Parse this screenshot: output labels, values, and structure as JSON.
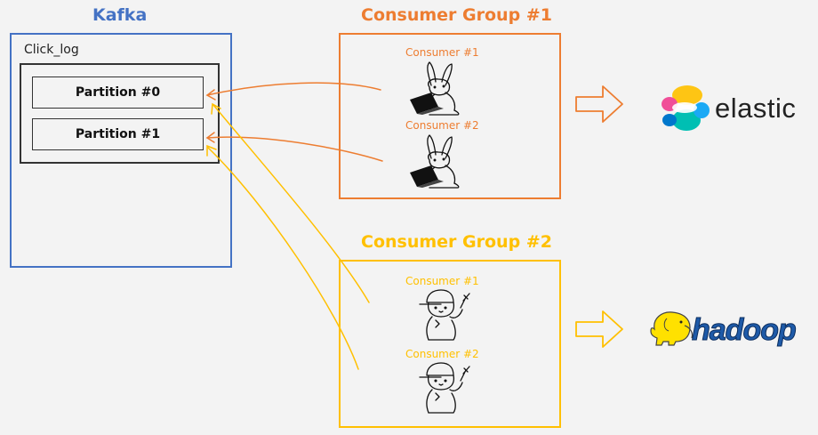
{
  "kafka": {
    "title": "Kafka",
    "topic": "Click_log",
    "partitions": [
      "Partition #0",
      "Partition #1"
    ]
  },
  "consumer_group_1": {
    "title": "Consumer Group #1",
    "consumers": [
      "Consumer #1",
      "Consumer #2"
    ],
    "sink": "elastic"
  },
  "consumer_group_2": {
    "title": "Consumer Group #2",
    "consumers": [
      "Consumer #1",
      "Consumer #2"
    ],
    "sink": "hadoop"
  },
  "colors": {
    "kafka": "#4472c4",
    "group1": "#ed7d31",
    "group2": "#ffc000",
    "background": "#f3f3f3"
  },
  "icons": [
    "rabbit-laptop-icon",
    "bear-wrench-icon",
    "elastic-logo-icon",
    "hadoop-elephant-icon",
    "hollow-arrow-icon"
  ]
}
